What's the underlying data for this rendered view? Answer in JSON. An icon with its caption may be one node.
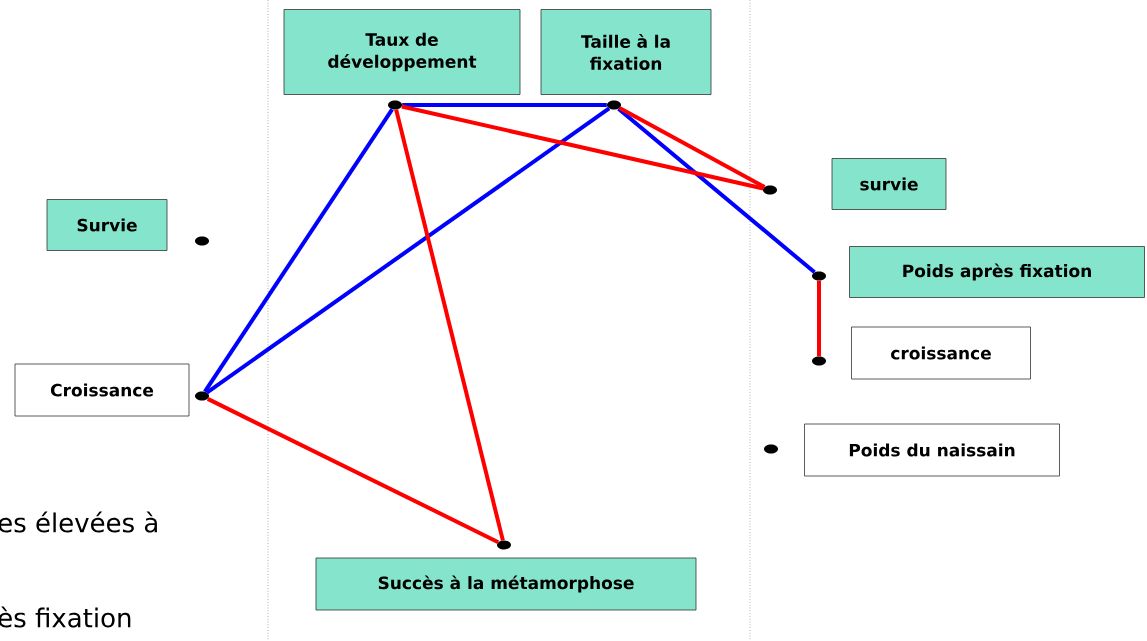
{
  "diagram": {
    "nodes": [
      {
        "text": [
          "Taux de développement"
        ]
      },
      {
        "text": [
          "Taille à la fixation"
        ]
      },
      {
        "text": [
          "survie"
        ]
      },
      {
        "text": [
          "Survie"
        ]
      },
      {
        "text": [
          "Poids après fixation"
        ]
      },
      {
        "text": [
          "croissance"
        ]
      },
      {
        "text": [
          "Croissance"
        ]
      },
      {
        "text": [
          "Poids du naissain"
        ]
      },
      {
        "text": [
          "Succès à la métamorphose"
        ]
      },
      {
        "text": [],
        "shape": "circle"
      },
      {
        "text": [],
        "shape": "circle"
      },
      {
        "text": [],
        "shape": "circle"
      },
      {
        "text": [],
        "shape": "circle"
      },
      {
        "text": [],
        "shape": "circle"
      },
      {
        "text": [],
        "shape": "circle"
      },
      {
        "text": [],
        "shape": "circle"
      },
      {
        "text": [],
        "shape": "circle"
      },
      {
        "text": [],
        "shape": "circle"
      }
    ],
    "edges": [
      {
        "from": 9,
        "to": 10,
        "arrow": "none",
        "color": "#0000ff"
      },
      {
        "from": 9,
        "to": 15,
        "arrow": "none",
        "color": "#0000ff"
      },
      {
        "from": 10,
        "to": 15,
        "arrow": "none",
        "color": "#0000ff"
      },
      {
        "from": 10,
        "to": 13,
        "arrow": "none",
        "color": "#0000ff"
      },
      {
        "from": 9,
        "to": 11,
        "arrow": "none"
      },
      {
        "from": 9,
        "to": 17,
        "arrow": "none"
      },
      {
        "from": 10,
        "to": 11,
        "arrow": "none"
      },
      {
        "from": 13,
        "to": 14,
        "arrow": "none"
      },
      {
        "from": 15,
        "to": 17,
        "arrow": "none"
      }
    ],
    "labels": [
      "es élevées à",
      "ès fixation"
    ]
  }
}
